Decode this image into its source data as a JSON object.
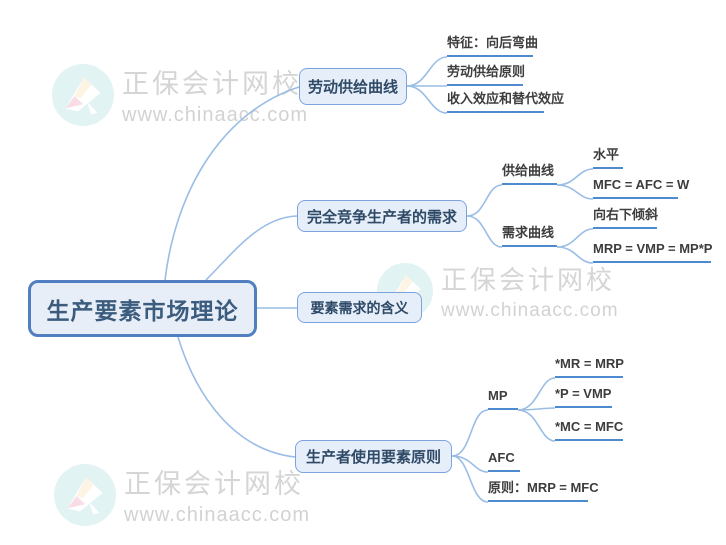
{
  "root": {
    "label": "生产要素市场理论"
  },
  "branches": [
    {
      "label": "劳动供给曲线",
      "children": [
        {
          "label": "特征：向后弯曲"
        },
        {
          "label": "劳动供给原则"
        },
        {
          "label": "收入效应和替代效应"
        }
      ]
    },
    {
      "label": "完全竞争生产者的需求",
      "children": [
        {
          "label": "供给曲线",
          "children": [
            {
              "label": "水平"
            },
            {
              "label": "MFC = AFC = W"
            }
          ]
        },
        {
          "label": "需求曲线",
          "children": [
            {
              "label": "向右下倾斜"
            },
            {
              "label": "MRP = VMP = MP*P"
            }
          ]
        }
      ]
    },
    {
      "label": "要素需求的含义",
      "children": []
    },
    {
      "label": "生产者使用要素原则",
      "children": [
        {
          "label": "MP",
          "children": [
            {
              "label": "*MR = MRP"
            },
            {
              "label": "*P = VMP"
            },
            {
              "label": "*MC = MFC"
            }
          ]
        },
        {
          "label": "AFC"
        },
        {
          "label": "原则：MRP = MFC"
        }
      ]
    }
  ],
  "watermark": {
    "brand": "正保会计网校",
    "url": "www.chinaacc.com"
  },
  "colors": {
    "root_border": "#4f7fc1",
    "node_border": "#7ba4de",
    "node_fill": "#e6eefa",
    "underline": "#4e8ad0",
    "connector": "#9abde6",
    "node_text": "#2f4a66",
    "leaf_text": "#3d3d3d",
    "watermark_text": "#d5d5d5",
    "logo_circle": "#e1f3f2"
  }
}
